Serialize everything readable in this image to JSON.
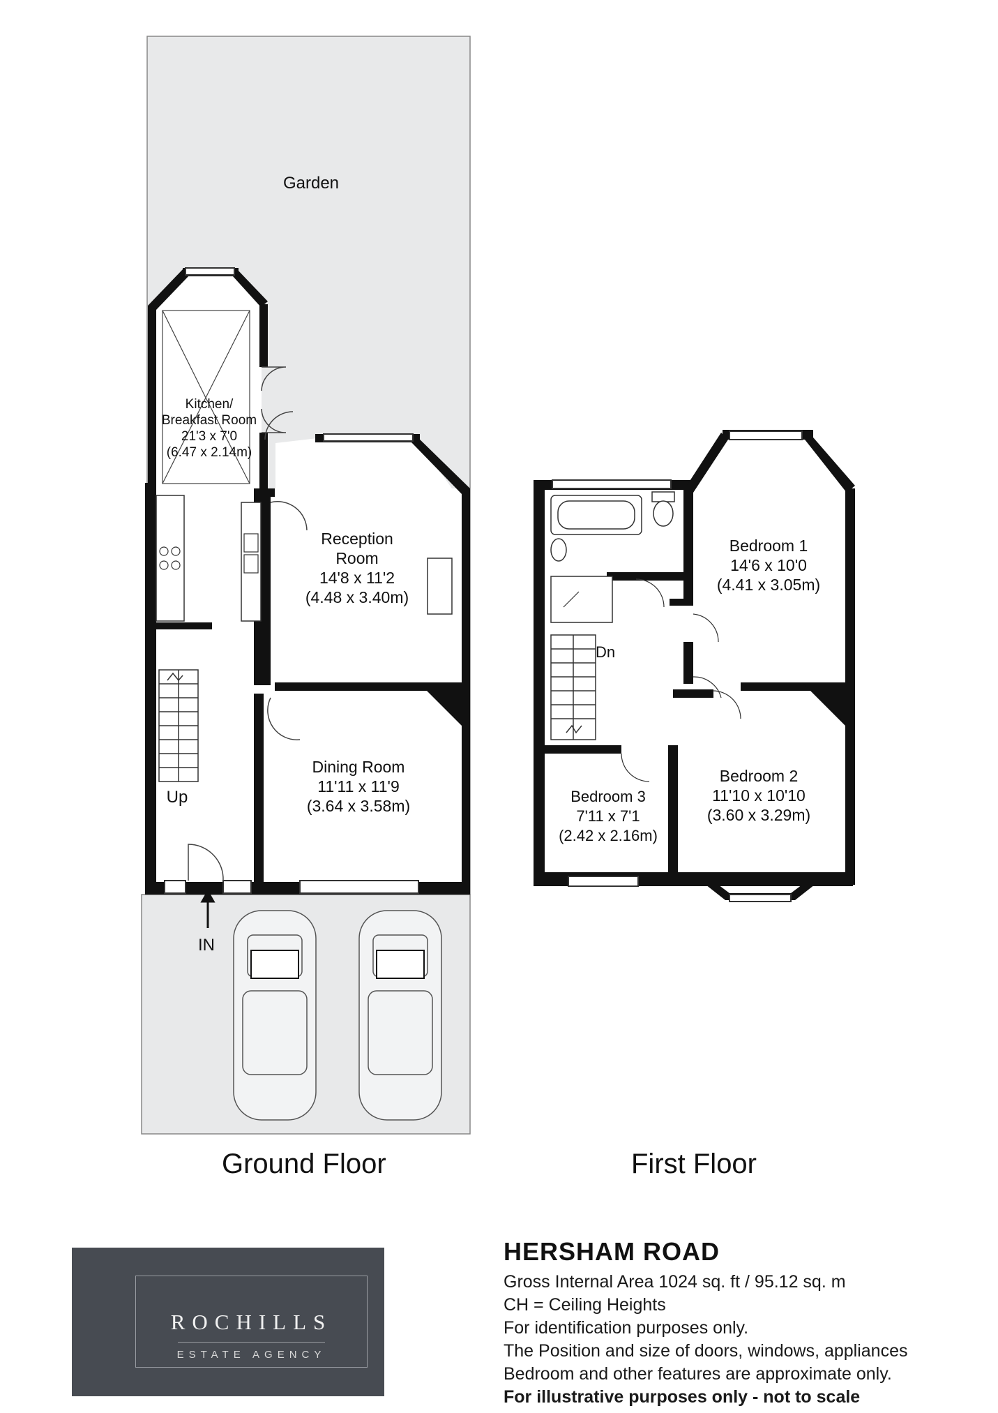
{
  "rooms": {
    "garden": {
      "name": "Garden"
    },
    "kitchen": {
      "name_line1": "Kitchen/",
      "name_line2": "Breakfast Room",
      "size_imperial": "21'3 x 7'0",
      "size_metric": "(6.47 x 2.14m)"
    },
    "reception": {
      "name_line1": "Reception",
      "name_line2": "Room",
      "size_imperial": "14'8 x 11'2",
      "size_metric": "(4.48 x 3.40m)"
    },
    "dining": {
      "name": "Dining Room",
      "size_imperial": "11'11 x 11'9",
      "size_metric": "(3.64 x 3.58m)"
    },
    "bedroom1": {
      "name": "Bedroom 1",
      "size_imperial": "14'6 x 10'0",
      "size_metric": "(4.41 x 3.05m)"
    },
    "bedroom2": {
      "name": "Bedroom 2",
      "size_imperial": "11'10 x 10'10",
      "size_metric": "(3.60 x 3.29m)"
    },
    "bedroom3": {
      "name": "Bedroom 3",
      "size_imperial": "7'11 x 7'1",
      "size_metric": "(2.42 x 2.16m)"
    }
  },
  "stairs": {
    "up": "Up",
    "down": "Dn"
  },
  "entrance": "IN",
  "floors": {
    "ground": "Ground Floor",
    "first": "First Floor"
  },
  "logo": {
    "name": "ROCHILLS",
    "tagline": "ESTATE AGENCY"
  },
  "info": {
    "title": "HERSHAM ROAD",
    "gross_area": "Gross Internal Area 1024 sq. ft / 95.12 sq. m",
    "ceiling": "CH = Ceiling Heights",
    "identification": "For identification purposes only.",
    "disclaimer1": "The Position and size of doors, windows, appliances",
    "disclaimer2": "Bedroom and other features are approximate only.",
    "illustrative": "For illustrative purposes only - not to scale"
  },
  "colors": {
    "wall": "#111111",
    "garden": "#e8e9ea",
    "logo_bg": "#474b52"
  }
}
